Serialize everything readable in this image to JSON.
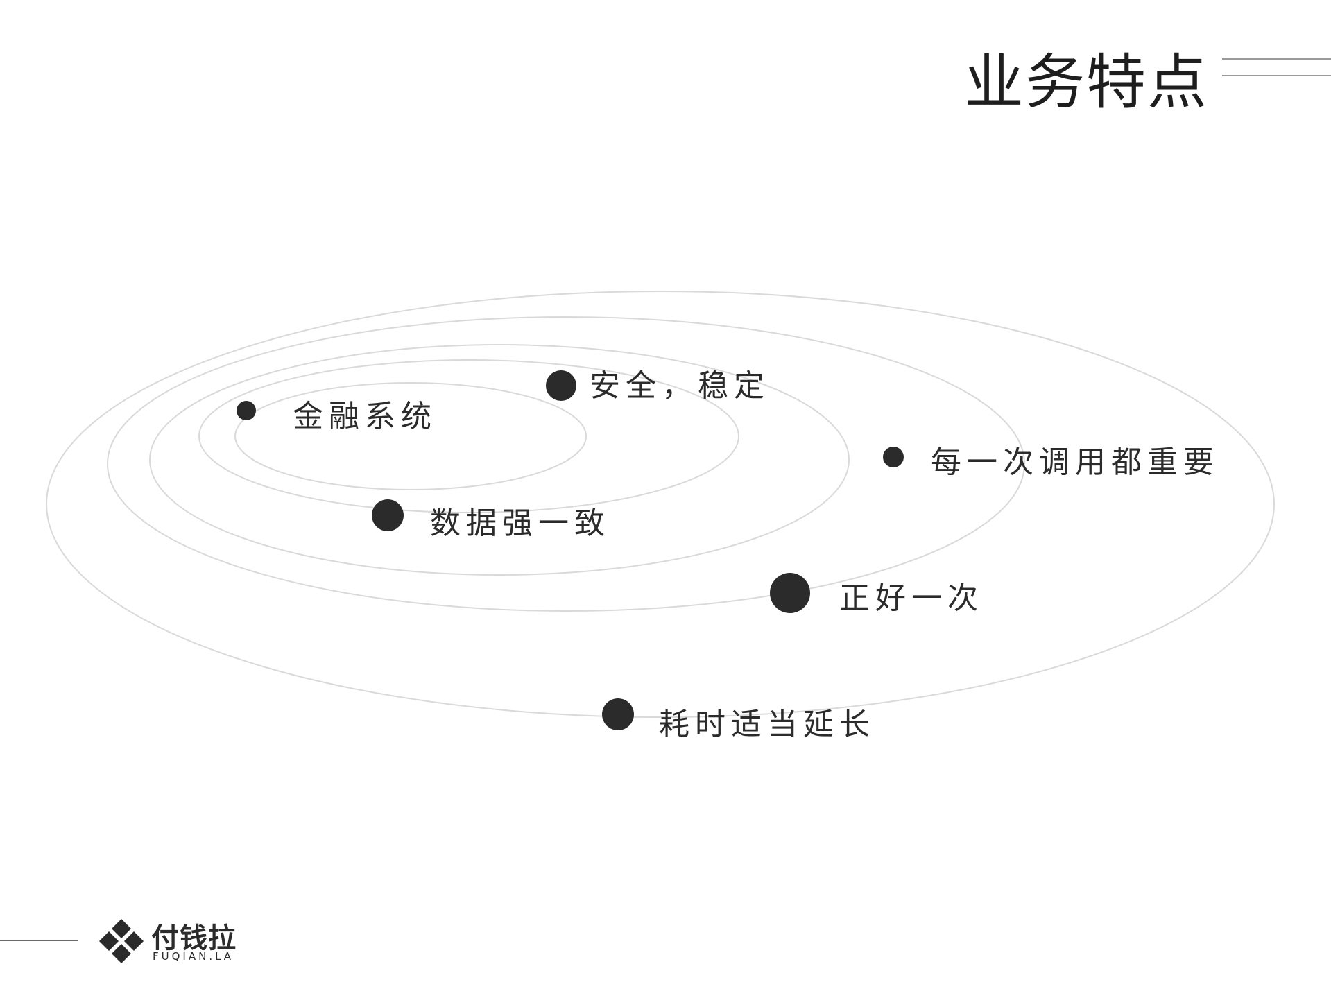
{
  "title": "业务特点",
  "points": [
    {
      "label": "金融系统"
    },
    {
      "label": "安全，稳定"
    },
    {
      "label": "每一次调用都重要"
    },
    {
      "label": "数据强一致"
    },
    {
      "label": "正好一次"
    },
    {
      "label": "耗时适当延长"
    }
  ],
  "logo": {
    "name": "付钱拉",
    "sub": "FUQIAN.LA"
  },
  "colors": {
    "dot": "#2b2b2b",
    "orbit": "#d9d9d9",
    "text": "#2b2b2b"
  }
}
